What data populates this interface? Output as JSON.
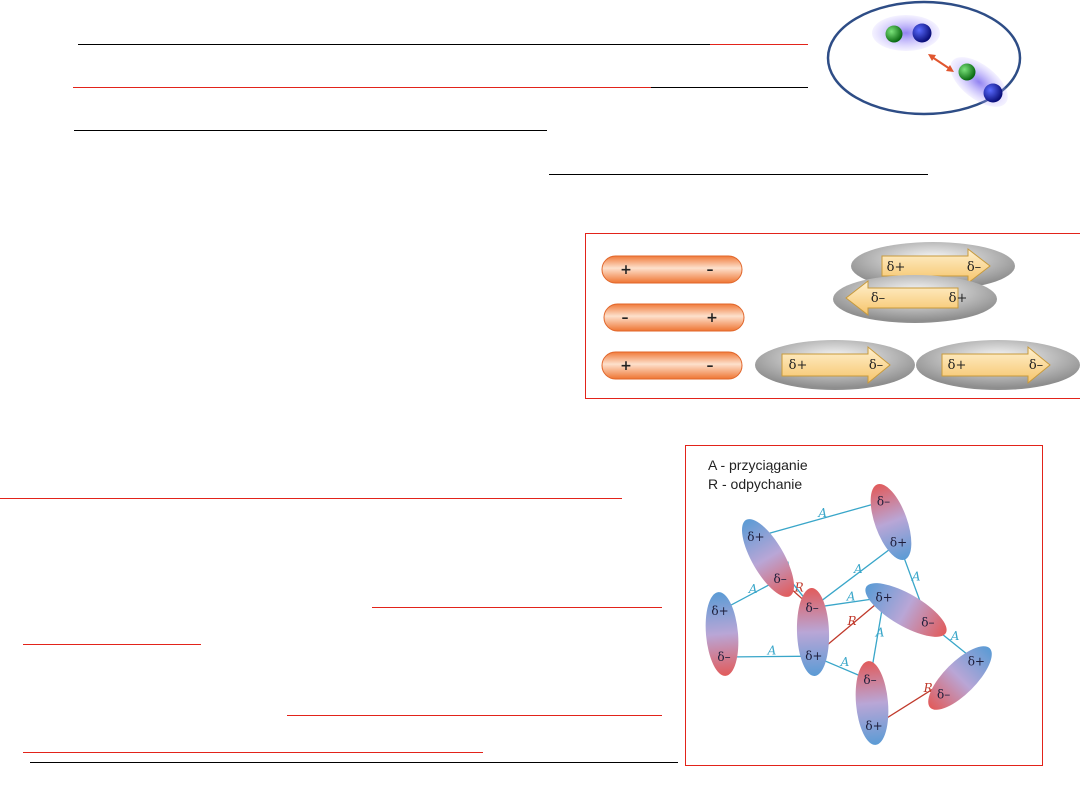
{
  "colors": {
    "underline_black": "#000000",
    "underline_red": "#e2231a",
    "frame_red": "#e2231a",
    "dipole_orange": "#f29b67",
    "ellipse_gray": "#a9a9a9",
    "arrow_yellow": "#fcd07e",
    "molecule_blue": "#5b9bd5",
    "molecule_red": "#e15b5b",
    "label_attraction": "#39a6c9",
    "label_repulsion": "#c0392b"
  },
  "dipole_bars": [
    {
      "left": "+",
      "right": "–"
    },
    {
      "left": "–",
      "right": "+"
    },
    {
      "left": "+",
      "right": "–"
    }
  ],
  "dipole_arrows": [
    {
      "left": "δ+",
      "right": "δ–"
    },
    {
      "left": "δ–",
      "right": "δ+"
    },
    {
      "left": "δ+",
      "right": "δ–"
    },
    {
      "left": "δ+",
      "right": "δ–"
    }
  ],
  "legend": {
    "attraction": "A - przyciąganie",
    "repulsion": "R - odpychanie"
  },
  "network": {
    "delta_plus": "δ+",
    "delta_minus": "δ–",
    "attraction_letter": "A",
    "repulsion_letter": "R"
  }
}
